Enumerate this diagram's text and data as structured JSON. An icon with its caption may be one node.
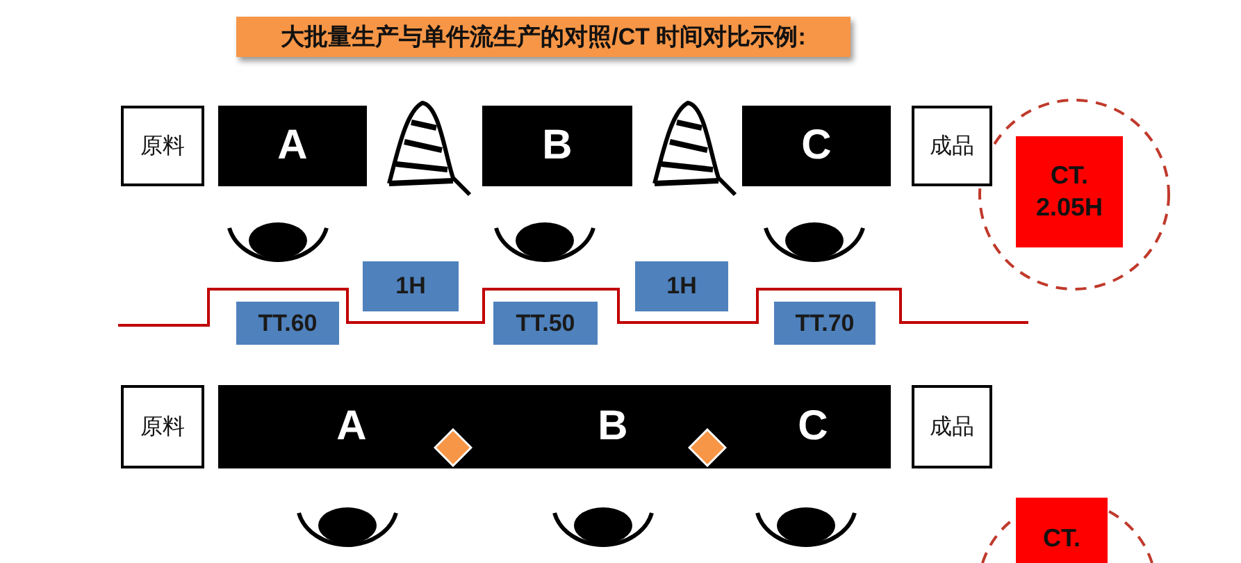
{
  "diagram": {
    "title": "大批量生产与单件流生产的对照/CT 时间对比示例:",
    "nodes": [
      {
        "text": [
          "原料"
        ]
      },
      {
        "text": [
          "A"
        ]
      },
      {
        "text": [],
        "shape": "picture"
      },
      {
        "text": [
          "B"
        ]
      },
      {
        "text": [],
        "shape": "picture"
      },
      {
        "text": [
          "C"
        ]
      },
      {
        "text": [
          "成品"
        ]
      },
      {
        "text": [
          "CT. 2.05H"
        ]
      },
      {
        "text": [
          "TT.60"
        ]
      },
      {
        "text": [
          "1H"
        ]
      },
      {
        "text": [
          "TT.50"
        ]
      },
      {
        "text": [
          "1H"
        ]
      },
      {
        "text": [
          "TT.70"
        ]
      },
      {
        "text": [
          "原料"
        ]
      },
      {
        "text": [
          "A",
          "B",
          "C"
        ]
      },
      {
        "text": [],
        "shape": "diamond",
        "in": 14
      },
      {
        "text": [],
        "shape": "diamond",
        "in": 14
      },
      {
        "text": [
          "成品"
        ]
      },
      {
        "text": [
          "CT."
        ]
      }
    ]
  }
}
